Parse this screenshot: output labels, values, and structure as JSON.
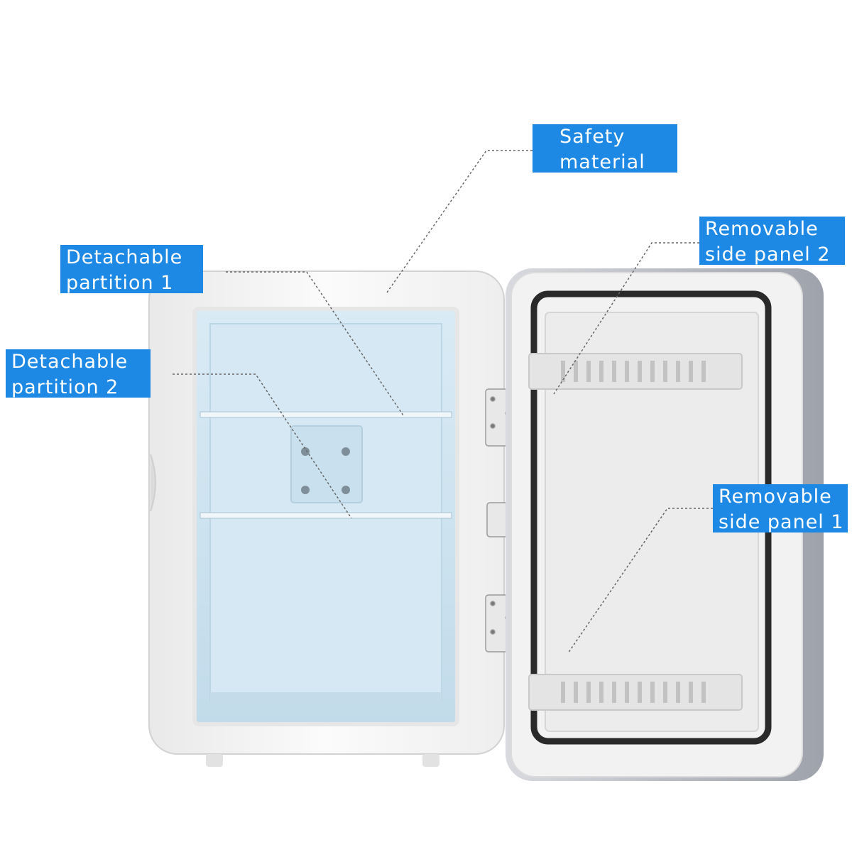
{
  "callouts": {
    "safety_material": {
      "line1": "Safety",
      "line2": "material"
    },
    "detachable_partition_1": {
      "line1": "Detachable",
      "line2": "partition 1"
    },
    "detachable_partition_2": {
      "line1": "Detachable",
      "line2": "partition 2"
    },
    "removable_side_panel_2": {
      "line1": "Removable",
      "line2": "side panel 2"
    },
    "removable_side_panel_1": {
      "line1": "Removable",
      "line2": "side panel 1"
    }
  },
  "colors": {
    "callout_bg": "#1e88e5",
    "interior": "#cfe3ef",
    "shell": "#f4f4f4",
    "door_gasket": "#2a2a2a",
    "door_trim": "#b9bcc4"
  }
}
